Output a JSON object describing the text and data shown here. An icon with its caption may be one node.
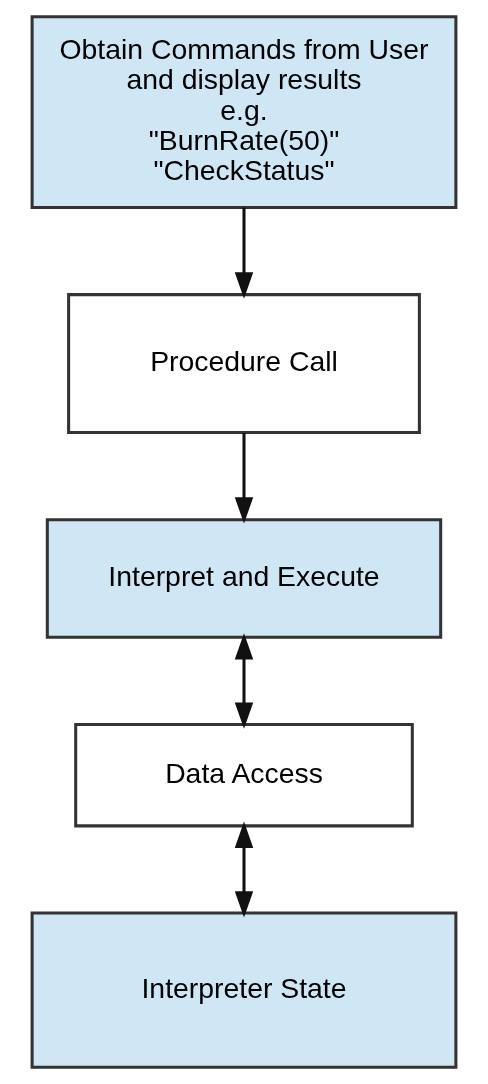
{
  "diagram": {
    "nodes": [
      {
        "text": [
          "Obtain Commands from User and display results e.g. \"BurnRate(50)\" \"CheckStatus\""
        ]
      },
      {
        "text": [
          "Procedure Call"
        ]
      },
      {
        "text": [
          "Interpret and Execute"
        ]
      },
      {
        "text": [
          "Data Access"
        ]
      },
      {
        "text": [
          "Interpreter State"
        ]
      }
    ],
    "edges": [
      {
        "from": 0,
        "to": 1,
        "arrow": "to"
      },
      {
        "from": 1,
        "to": 2,
        "arrow": "to"
      },
      {
        "from": 2,
        "to": 3,
        "arrow": "both"
      },
      {
        "from": 3,
        "to": 4,
        "arrow": "both"
      }
    ]
  }
}
